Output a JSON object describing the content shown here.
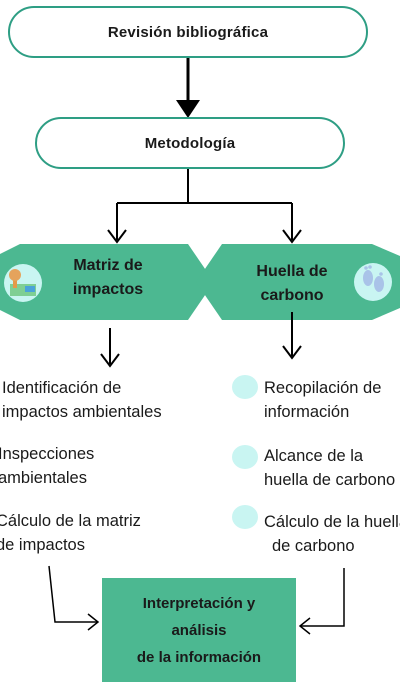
{
  "colors": {
    "accent_green": "#4cb891",
    "border_green": "#2e9e84",
    "icon_cyan": "#c9f5f2"
  },
  "steps": {
    "review": "Revisión bibliográfica",
    "methodology": "Metodología"
  },
  "branches": {
    "left": {
      "title_line1": "Matriz de",
      "title_line2": "impactos",
      "icon": "landscape-icon",
      "items": [
        {
          "line1": "Identificación de",
          "line2": "impactos ambientales"
        },
        {
          "line1": "Inspecciones",
          "line2": "ambientales"
        },
        {
          "line1": "Cálculo de la matriz",
          "line2": "de impactos"
        }
      ]
    },
    "right": {
      "title_line1": "Huella de",
      "title_line2": "carbono",
      "icon": "footprint-icon",
      "items": [
        {
          "line1": "Recopilación de",
          "line2": "información"
        },
        {
          "line1": "Alcance de la",
          "line2": "huella de carbono"
        },
        {
          "line1": "Cálculo de la huella",
          "line2": "de carbono"
        }
      ]
    }
  },
  "final": {
    "line1": "Interpretación y",
    "line2": "análisis",
    "line3": "de la información"
  }
}
